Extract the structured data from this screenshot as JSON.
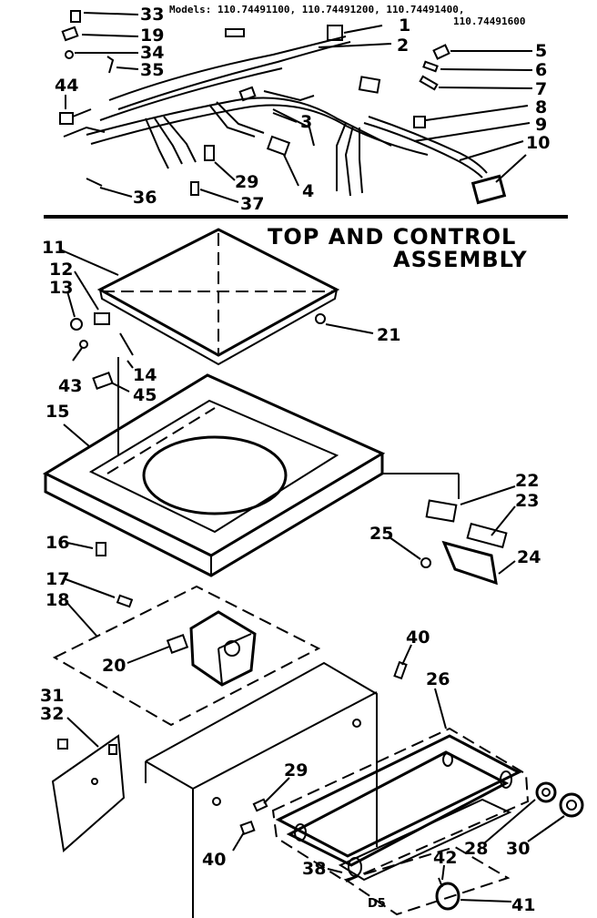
{
  "models_line1": "Models: 110.74491100, 110.74491200, 110.74491400,",
  "models_line2": "110.74491600",
  "title_line1": "TOP AND CONTROL",
  "title_line2": "ASSEMBLY",
  "diagram_code": "D5",
  "callouts": {
    "c33": "33",
    "c19": "19",
    "c34": "34",
    "c35": "35",
    "c44": "44",
    "c36": "36",
    "c37": "37",
    "c29a": "29",
    "c4": "4",
    "c3": "3",
    "c1": "1",
    "c2": "2",
    "c5": "5",
    "c6": "6",
    "c7": "7",
    "c8": "8",
    "c9": "9",
    "c10": "10",
    "c11": "11",
    "c12": "12",
    "c13": "13",
    "c14": "14",
    "c43": "43",
    "c45": "45",
    "c15": "15",
    "c16": "16",
    "c21": "21",
    "c22": "22",
    "c23": "23",
    "c24": "24",
    "c25": "25",
    "c17": "17",
    "c18": "18",
    "c20": "20",
    "c40a": "40",
    "c26": "26",
    "c31": "31",
    "c32": "32",
    "c29b": "29",
    "c40b": "40",
    "c38": "38",
    "c42": "42",
    "c28": "28",
    "c30": "30",
    "c41": "41"
  }
}
